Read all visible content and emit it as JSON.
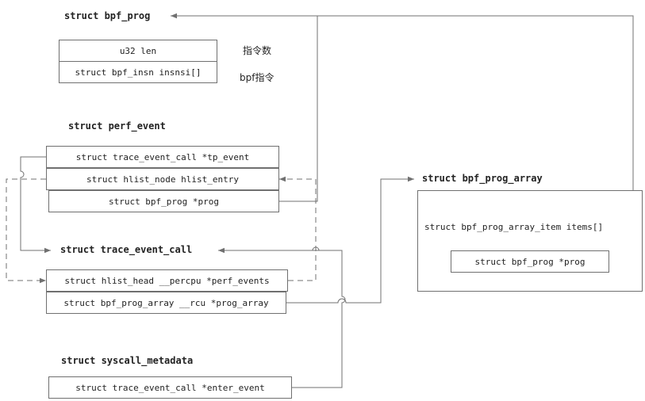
{
  "bpf_prog": {
    "title": "struct bpf_prog",
    "fields": [
      "u32 len",
      "struct bpf_insn insnsi[]"
    ],
    "notes": [
      "指令数",
      "bpf指令"
    ]
  },
  "perf_event": {
    "title": "struct perf_event",
    "fields": [
      "struct trace_event_call  *tp_event",
      "struct hlist_node hlist_entry",
      "struct bpf_prog *prog"
    ]
  },
  "trace_event_call": {
    "title": "struct trace_event_call",
    "fields": [
      "struct hlist_head __percpu *perf_events",
      "struct bpf_prog_array __rcu *prog_array"
    ]
  },
  "syscall_metadata": {
    "title": "struct syscall_metadata",
    "fields": [
      "struct trace_event_call *enter_event"
    ]
  },
  "bpf_prog_array": {
    "title": "struct bpf_prog_array",
    "items_label": "struct bpf_prog_array_item items[]",
    "prog_field": "struct bpf_prog *prog"
  },
  "colors": {
    "line": "#707070",
    "border": "#707070"
  }
}
